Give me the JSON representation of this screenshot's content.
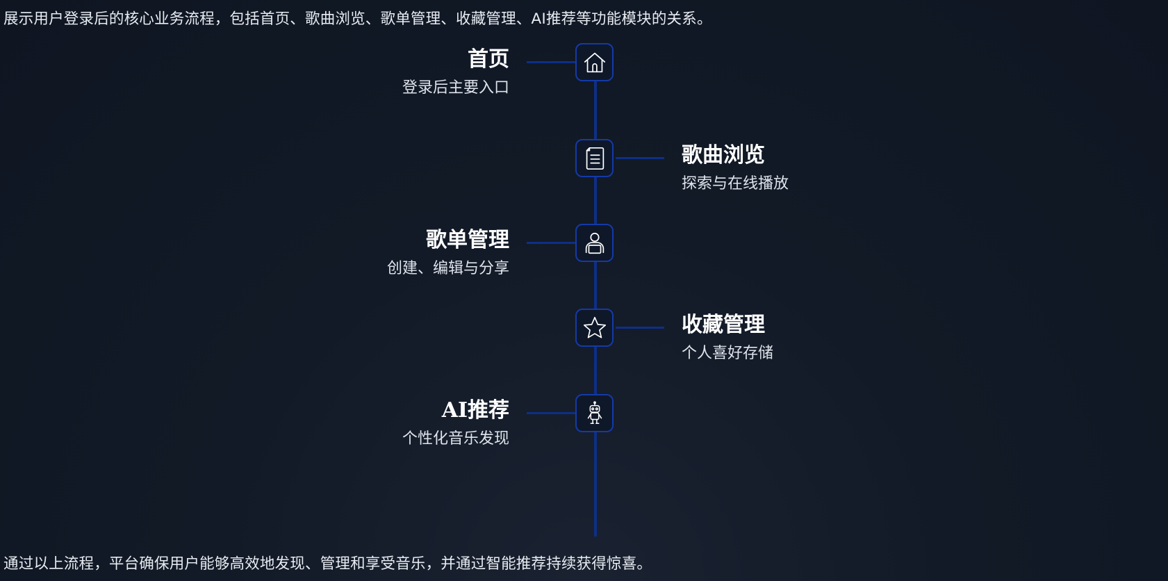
{
  "intro_text": "展示用户登录后的核心业务流程，包括首页、歌曲浏览、歌单管理、收藏管理、AI推荐等功能模块的关系。",
  "outro_text": "通过以上流程，平台确保用户能够高效地发现、管理和享受音乐，并通过智能推荐持续获得惊喜。",
  "steps": [
    {
      "title": "首页",
      "subtitle": "登录后主要入口",
      "side": "left",
      "icon": "home-icon"
    },
    {
      "title": "歌曲浏览",
      "subtitle": "探索与在线播放",
      "side": "right",
      "icon": "document-icon"
    },
    {
      "title": "歌单管理",
      "subtitle": "创建、编辑与分享",
      "side": "left",
      "icon": "user-laptop-icon"
    },
    {
      "title": "收藏管理",
      "subtitle": "个人喜好存储",
      "side": "right",
      "icon": "star-icon"
    },
    {
      "title": "AI推荐",
      "subtitle": "个性化音乐发现",
      "side": "left",
      "icon": "robot-icon"
    }
  ],
  "colors": {
    "background": "#111927",
    "line": "#0e2f86",
    "node_border": "#143aa8",
    "text": "#ffffff"
  }
}
